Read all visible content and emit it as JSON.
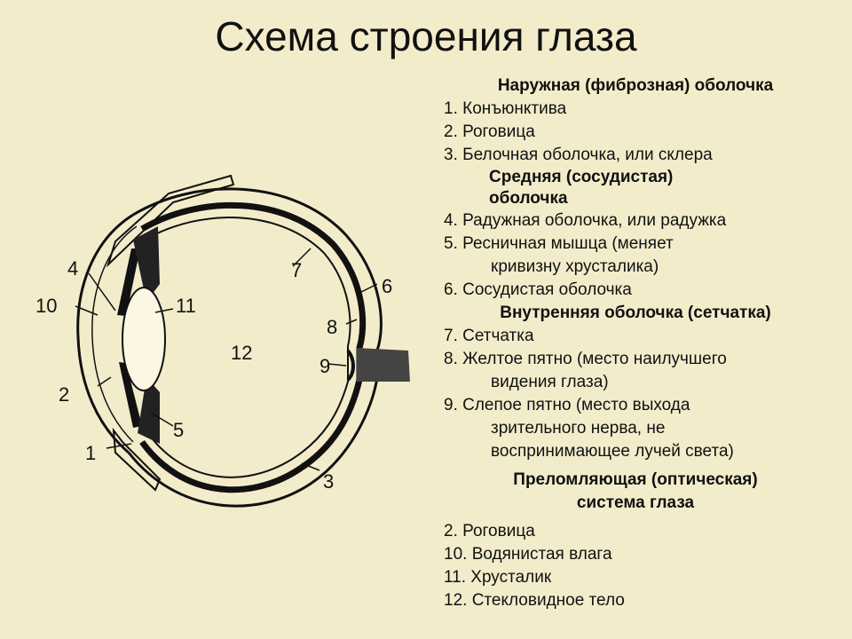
{
  "title": "Схема строения глаза",
  "legend": {
    "outer_heading": "Наружная (фиброзная) оболочка",
    "item1": "1. Конъюнктива",
    "item2": "2. Роговица",
    "item3": "3. Белочная оболочка, или склера",
    "middle_heading_line1": "Средняя (сосудистая)",
    "middle_heading_line2": "оболочка",
    "item4": "4. Радужная оболочка, или радужка",
    "item5_line1": "5. Ресничная мышца (меняет",
    "item5_line2": "кривизну хрусталика)",
    "item6": "6. Сосудистая оболочка",
    "inner_heading": "Внутренняя оболочка (сетчатка)",
    "item7": "7. Сетчатка",
    "item8_line1": "8. Желтое пятно (место наилучшего",
    "item8_line2": "видения глаза)",
    "item9_line1": "9. Слепое пятно (место выхода",
    "item9_line2": "зрительного нерва, не",
    "item9_line3": "воспринимающее лучей света)",
    "optic_heading_line1": "Преломляющая (оптическая)",
    "optic_heading_line2": "система глаза",
    "item2b": "2. Роговица",
    "item10": "10. Водянистая влага",
    "item11": "11. Хрусталик",
    "item12": "12. Стекловидное тело"
  },
  "diagram_labels": {
    "n1": "1",
    "n2": "2",
    "n3": "3",
    "n4": "4",
    "n5": "5",
    "n6": "6",
    "n7": "7",
    "n8": "8",
    "n9": "9",
    "n10": "10",
    "n11": "11",
    "n12": "12"
  }
}
